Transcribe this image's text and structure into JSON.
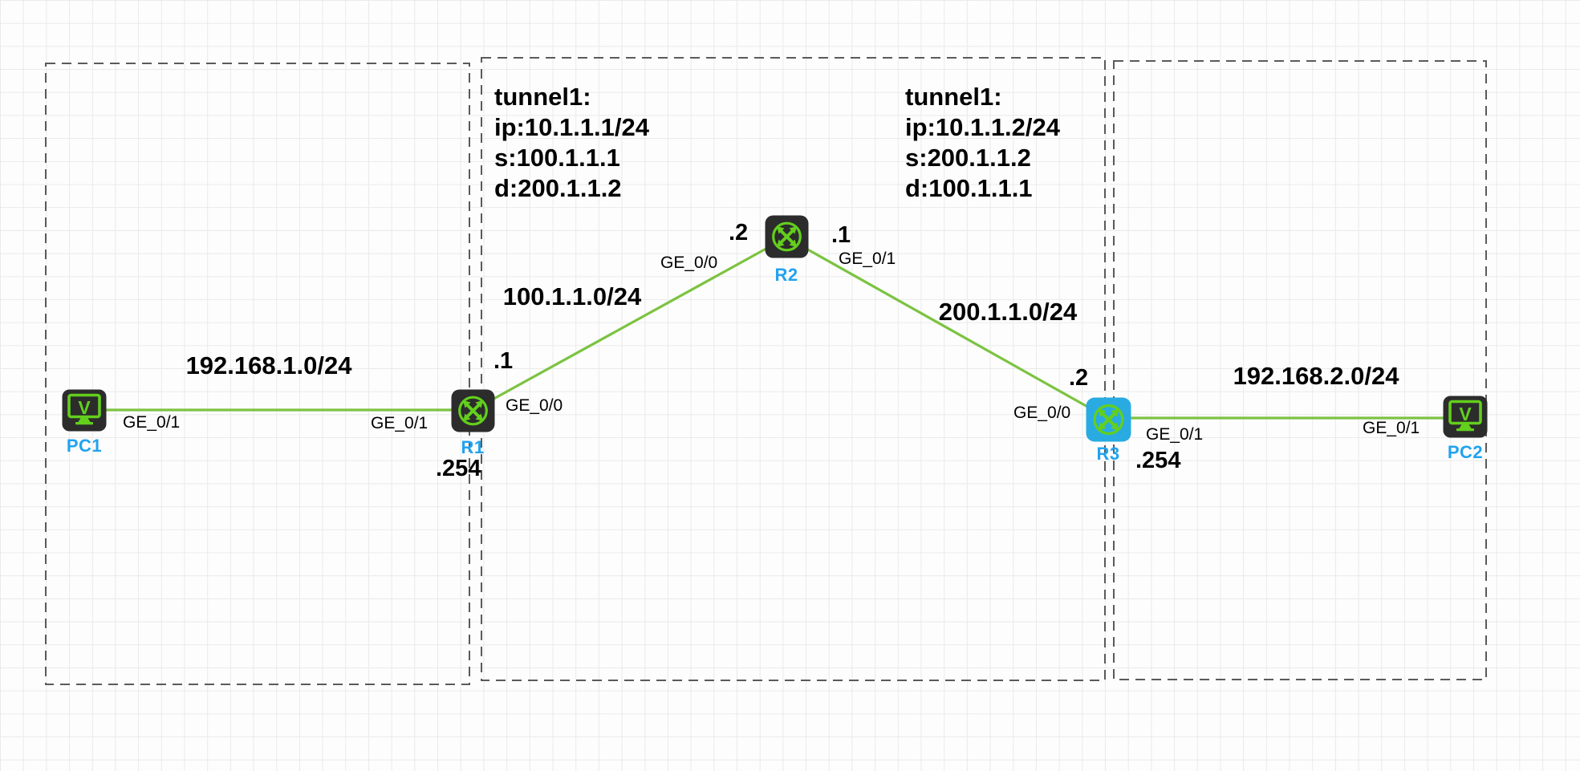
{
  "app": {
    "view": "network-topology-canvas"
  },
  "colors": {
    "link_green": "#7cc342",
    "icon_green": "#63cf1d",
    "selected_blue": "#29abe2",
    "label_blue": "#21a3f0",
    "zone_border": "#5a5a5a"
  },
  "devices": {
    "pc1": {
      "label": "PC1",
      "type": "pc"
    },
    "r1": {
      "label": "R1",
      "type": "router",
      "lan_suffix": ".254"
    },
    "r2": {
      "label": "R2",
      "type": "router"
    },
    "r3": {
      "label": "R3",
      "type": "router",
      "lan_suffix": ".254",
      "selected": true
    },
    "pc2": {
      "label": "PC2",
      "type": "pc"
    }
  },
  "interfaces": {
    "pc1_ge01": "GE_0/1",
    "r1_ge01": "GE_0/1",
    "r1_ge00": "GE_0/0",
    "r2_ge00": "GE_0/0",
    "r2_ge01": "GE_0/1",
    "r3_ge00": "GE_0/0",
    "r3_ge01": "GE_0/1",
    "pc2_ge01": "GE_0/1"
  },
  "networks": {
    "lan1": "192.168.1.0/24",
    "wan1": "100.1.1.0/24",
    "wan2": "200.1.1.0/24",
    "lan2": "192.168.2.0/24"
  },
  "ip_suffixes": {
    "r1_wan1": ".1",
    "r2_wan1": ".2",
    "r2_wan2": ".1",
    "r3_wan2": ".2"
  },
  "tunnels": {
    "r1": {
      "line1": "tunnel1:",
      "line2": "ip:10.1.1.1/24",
      "line3": "s:100.1.1.1",
      "line4": "d:200.1.1.2"
    },
    "r3": {
      "line1": "tunnel1:",
      "line2": "ip:10.1.1.2/24",
      "line3": "s:200.1.1.2",
      "line4": "d:100.1.1.1"
    }
  }
}
